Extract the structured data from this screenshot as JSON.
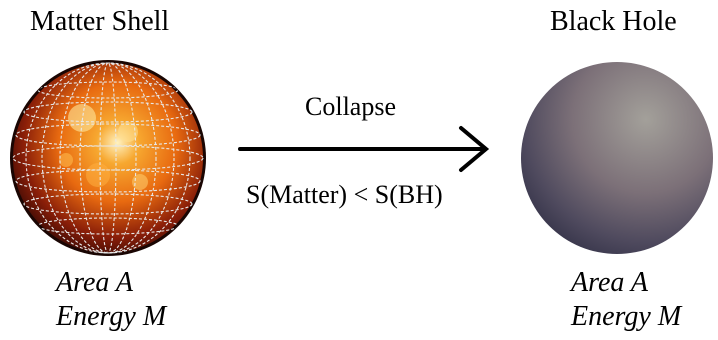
{
  "left": {
    "title": "Matter Shell",
    "area_label": "Area A",
    "energy_label": "Energy M"
  },
  "right": {
    "title": "Black Hole",
    "area_label": "Area A",
    "energy_label": "Energy M"
  },
  "arrow": {
    "top_label": "Collapse",
    "bottom_label": "S(Matter) < S(BH)"
  },
  "colors": {
    "sun_core": "#fff2c0",
    "sun_mid": "#e86a10",
    "sun_edge": "#3a0a04",
    "grid": "#e8e8e8",
    "bh_light": "#a3a09a",
    "bh_mid": "#6d6470",
    "bh_dark": "#2a2a40"
  }
}
